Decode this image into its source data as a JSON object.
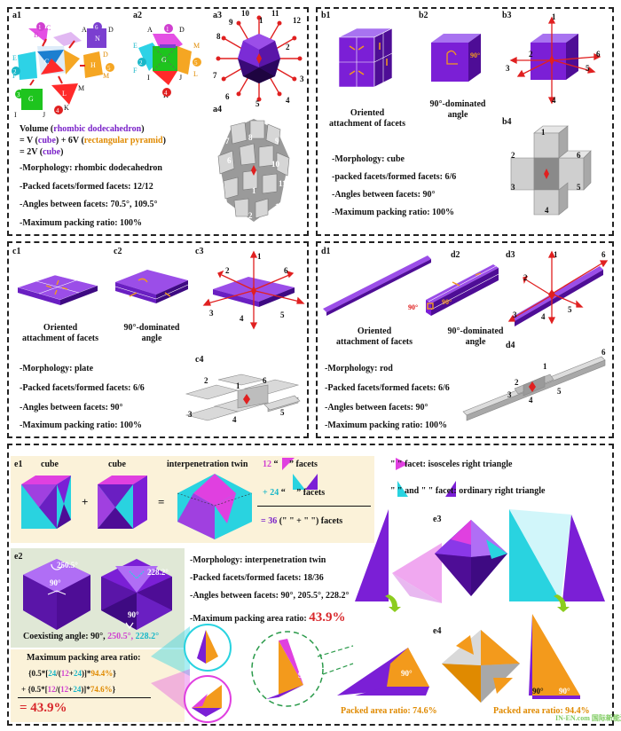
{
  "panel_a": {
    "labels": {
      "a1": "a1",
      "a2": "a2",
      "a3": "a3",
      "a4": "a4"
    },
    "volume": {
      "l1_pre": "Volume (",
      "l1_hl": "rhombic dodecahedron",
      "l1_post": ")",
      "l2_pre": "= V (",
      "l2_cube": "cube",
      "l2_mid": ") + 6V (",
      "l2_pyr": "rectangular pyramid",
      "l2_post": ")",
      "l3_pre": "= 2V (",
      "l3_cube": "cube",
      "l3_post": ")"
    },
    "morphology": "-Morphology: rhombic dodecahedron",
    "packed": "-Packed facets/formed facets: 12/12",
    "angles": "-Angles between facets: 70.5°, 109.5°",
    "ratio": "-Maximum packing ratio: 100%",
    "a1_letters": [
      "A",
      "B",
      "C",
      "D",
      "E",
      "F",
      "G",
      "H",
      "I",
      "J",
      "K",
      "L",
      "M",
      "N"
    ],
    "a3_numbers": [
      "1",
      "2",
      "3",
      "4",
      "5",
      "6",
      "7",
      "8",
      "9",
      "10",
      "11",
      "12"
    ],
    "a4_numbers": [
      "1",
      "2",
      "3",
      "4",
      "5",
      "6",
      "7",
      "8",
      "9",
      "10",
      "11",
      "12"
    ]
  },
  "panel_b": {
    "labels": {
      "b1": "b1",
      "b2": "b2",
      "b3": "b3",
      "b4": "b4"
    },
    "caption1": "Oriented\nattachment of facets",
    "caption2": "90°-dominated\nangle",
    "angle_label": "90°",
    "morphology": "-Morphology: cube",
    "packed": "-packed facets/formed facets: 6/6",
    "angles": "-Angles between facets: 90°",
    "ratio": "-Maximum packing ratio: 100%",
    "numbers": [
      "1",
      "2",
      "3",
      "4",
      "5",
      "6"
    ]
  },
  "panel_c": {
    "labels": {
      "c1": "c1",
      "c2": "c2",
      "c3": "c3",
      "c4": "c4"
    },
    "caption1": "Oriented\nattachment of facets",
    "caption2": "90°-dominated\nangle",
    "morphology": "-Morphology: plate",
    "packed": "-Packed facets/formed facets: 6/6",
    "angles": "-Angles between facets: 90°",
    "ratio": "-Maximum packing ratio: 100%",
    "numbers": [
      "1",
      "2",
      "3",
      "4",
      "5",
      "6"
    ]
  },
  "panel_d": {
    "labels": {
      "d1": "d1",
      "d2": "d2",
      "d3": "d3",
      "d4": "d4"
    },
    "caption1": "Oriented\nattachment of facets",
    "caption2": "90°-dominated\nangle",
    "angle_label": "90°",
    "morphology": "-Morphology: rod",
    "packed": "-Packed facets/formed facets: 6/6",
    "angles": "-Angles between facets: 90°",
    "ratio": "-Maximum packing ratio: 100%",
    "numbers": [
      "1",
      "2",
      "3",
      "4",
      "5",
      "6"
    ]
  },
  "panel_e": {
    "labels": {
      "e1": "e1",
      "e2": "e2",
      "e3": "e3",
      "e4": "e4"
    },
    "cube1": "cube",
    "cube2": "cube",
    "twin": "interpenetration twin",
    "plus": "+",
    "equals": "=",
    "f12": "12",
    "f24": "+ 24",
    "f36": "= 36",
    "facets": "facets",
    "facets_paren": "(\"   \" + \"   \") facets",
    "legend1": "\"   \" facet: isosceles right triangle",
    "legend2": "\"   \" and \"   \" facet: ordinary right triangle",
    "angle90": "90°",
    "angle250": "250.5°",
    "angle228": "228.2°",
    "coexisting_pre": "Coexisting angle: 90°,",
    "coexisting_a": "250.5°,",
    "coexisting_b": "228.2°",
    "morphology": "-Morphology: interpenetration twin",
    "packed": "-Packed facets/formed facets: 18/36",
    "angles": "-Angles between facets: 90°, 205.5°, 228.2°",
    "area_pre": "-Maximum packing area ratio: ",
    "area_val": "43.9%",
    "max_area_title": "Maximum packing area ratio:",
    "formula1": "{0.5*[24/(12+24)]*94.4%}",
    "formula2": "+ {0.5*[12/(12+24)]*74.6%}",
    "formula3": "= 43.9%",
    "packed746": "Packed area ratio: 74.6%",
    "packed944": "Packed area ratio: 94.4%",
    "watermark": "IN-EN.com 国际新能源网"
  },
  "colors": {
    "purple": "#7b1fd6",
    "pink": "#e040e0",
    "cyan": "#29d3e0",
    "orange": "#f39a1c",
    "red": "#e02020",
    "grey": "#bfbfbf"
  }
}
